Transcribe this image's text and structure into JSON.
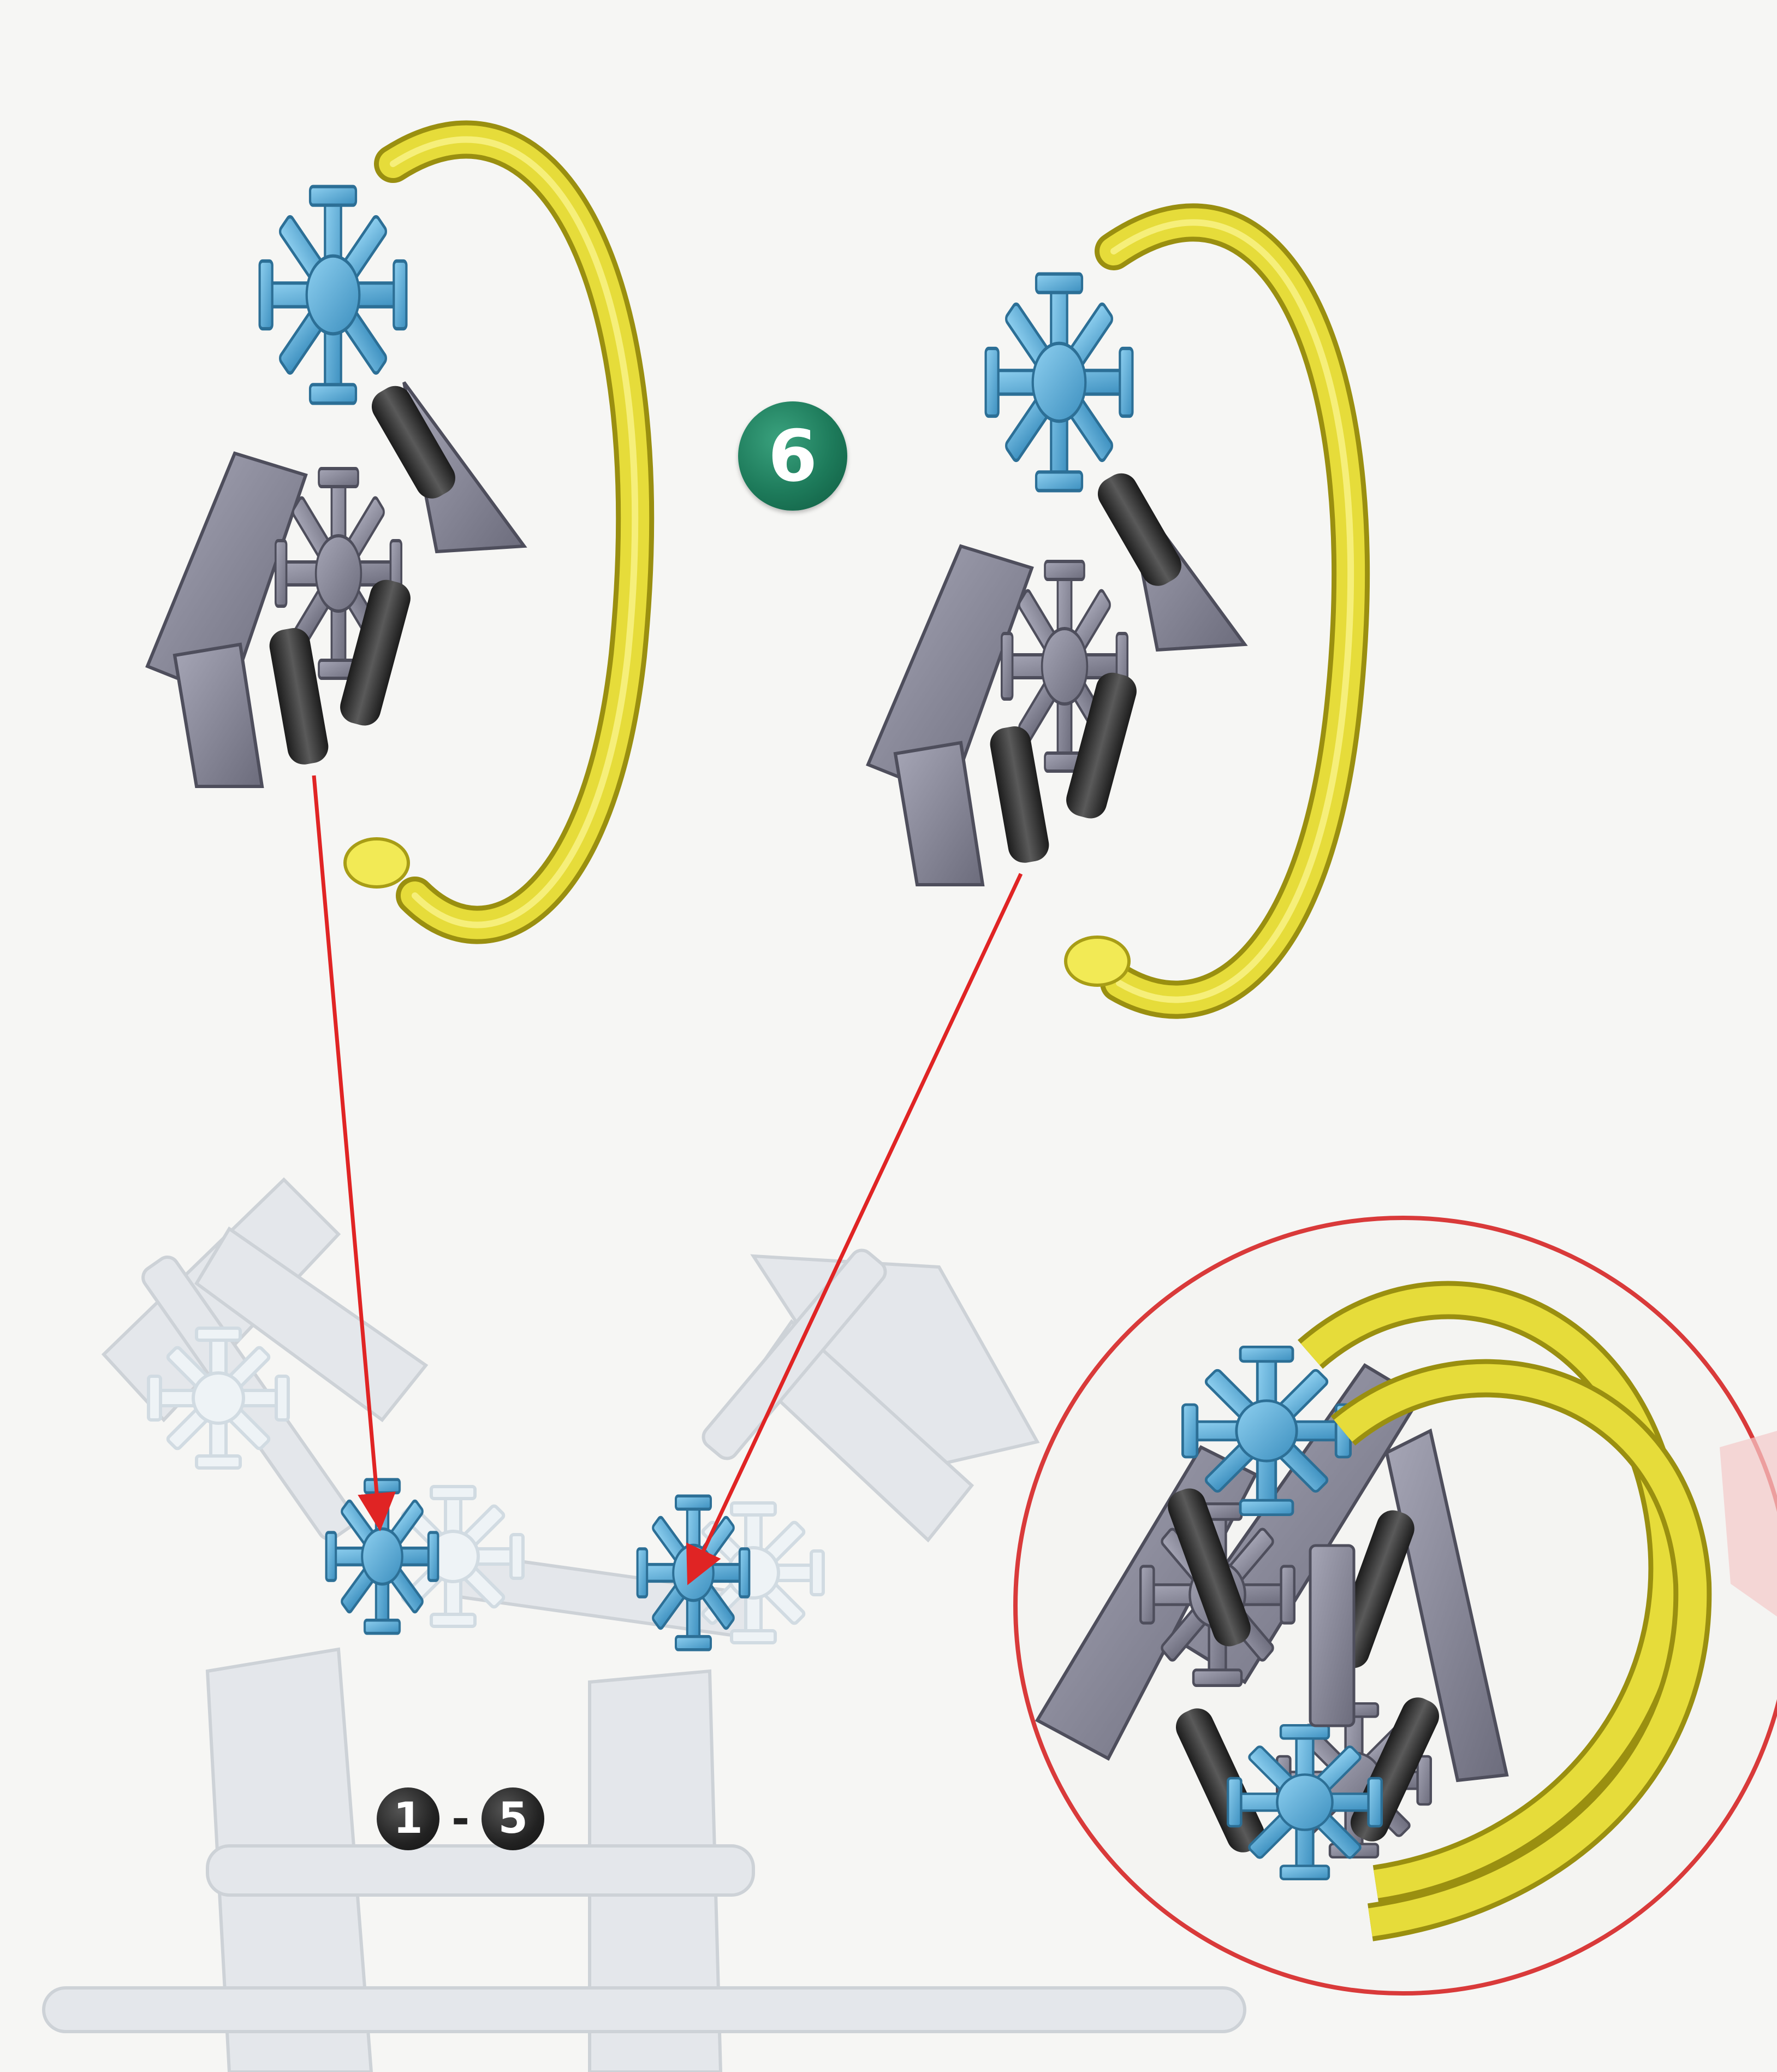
{
  "step": {
    "number": "6",
    "badge_color": "#1d7a5a"
  },
  "range_label": {
    "from": "1",
    "separator": "-",
    "to": "5",
    "badge_color": "#222222"
  },
  "colors": {
    "connector_blue": "#5aaed8",
    "rod_gray": "#8a8a98",
    "rod_black": "#333333",
    "ring_yellow": "#e6dc3a",
    "ghost_part": "#dcdfe3",
    "arrow_red": "#e02424",
    "callout_border": "#d93a3a"
  },
  "icons": {
    "arrow": "red-assembly-arrow",
    "callout": "zoom-callout-circle"
  }
}
